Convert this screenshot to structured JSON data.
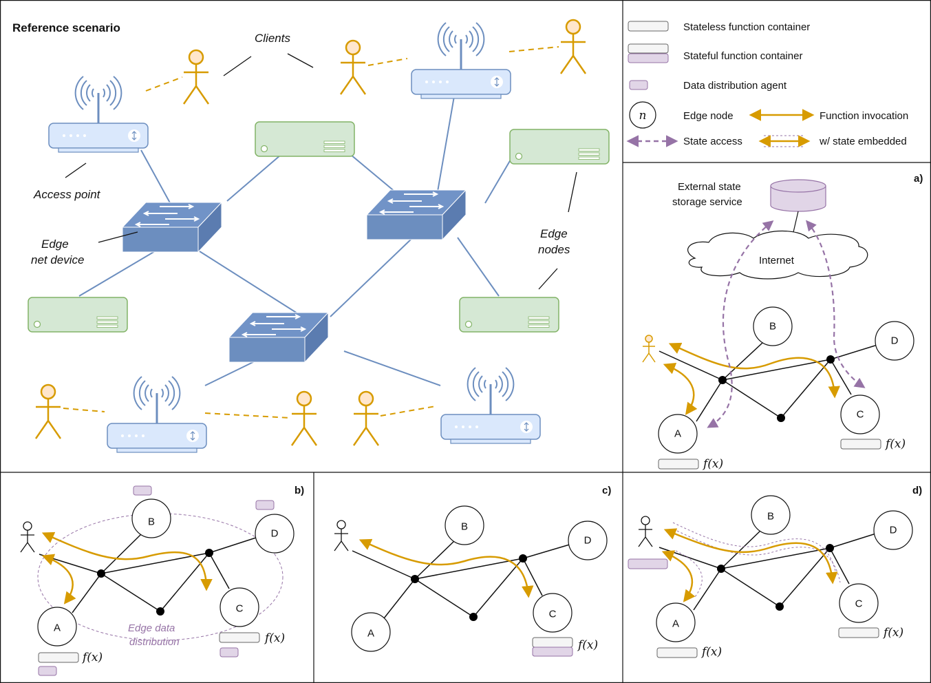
{
  "scenario": {
    "title": "Reference scenario",
    "clients_label": "Clients",
    "access_point_label": "Access point",
    "net_device_label_1": "Edge",
    "net_device_label_2": "net device",
    "edge_nodes_label_1": "Edge",
    "edge_nodes_label_2": "nodes"
  },
  "legend": {
    "stateless": "Stateless function container",
    "stateful": "Stateful function container",
    "agent": "Data distribution agent",
    "node_symbol": "n",
    "edge_node": "Edge node",
    "invocation": "Function invocation",
    "state_access": "State access",
    "state_embedded": "w/ state embedded"
  },
  "panels": {
    "a": {
      "tag": "a)",
      "storage_1": "External state",
      "storage_2": "storage service",
      "internet": "Internet"
    },
    "b": {
      "tag": "b)",
      "dist_1": "Edge data",
      "dist_2": "distribution"
    },
    "c": {
      "tag": "c)"
    },
    "d": {
      "tag": "d)"
    }
  },
  "nodes": {
    "a": "A",
    "b": "B",
    "c": "C",
    "d": "D"
  },
  "fx": "f(x)",
  "colors": {
    "gold": "#d79b00",
    "purple": "#9673a6",
    "purple_fill": "#e1d5e7",
    "blue": "#6c8ebf",
    "blue_fill": "#dae8fc",
    "green": "#82b366",
    "green_fill": "#d5e8d4",
    "client_fill": "#ffe6cc"
  }
}
